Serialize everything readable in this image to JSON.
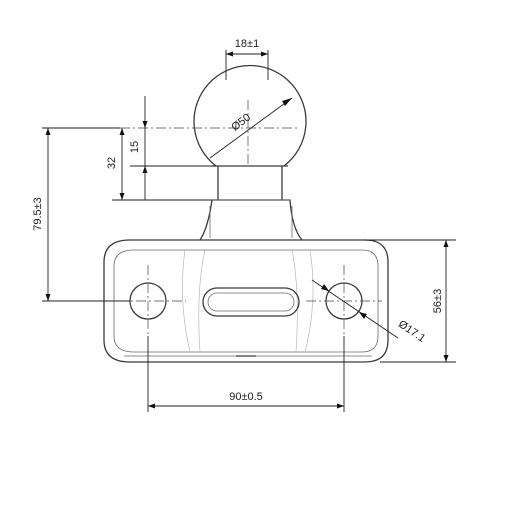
{
  "dimensions": {
    "ball_neck_width": "18±1",
    "ball_diameter": "Ø50",
    "offset_15": "15",
    "offset_32": "32",
    "total_height": "79.5±3",
    "plate_height": "56±3",
    "hole_diameter": "Ø17.1",
    "hole_spacing": "90±0.5"
  }
}
